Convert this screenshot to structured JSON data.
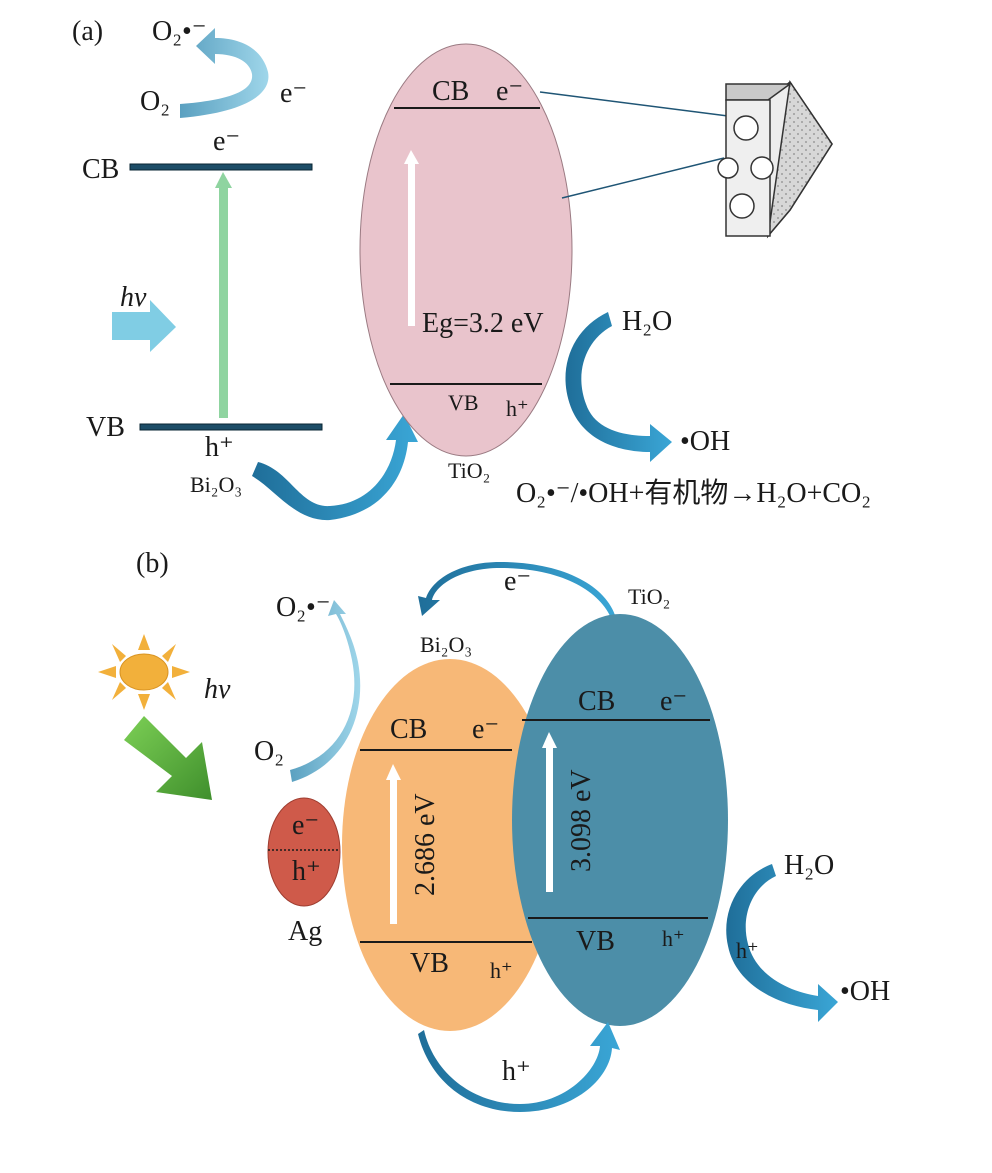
{
  "panel_a": {
    "tag": "(a)",
    "bi2o3": {
      "cb": "CB",
      "vb": "VB",
      "electron_cb": "e⁻",
      "electron_arrow": "e⁻",
      "hole": "h⁺",
      "o2": "O₂",
      "superoxide": "O₂•⁻",
      "light": "hv",
      "name": "Bi₂O₃"
    },
    "tio2": {
      "cb": "CB",
      "cb_e": "e⁻",
      "vb": "VB",
      "vb_h": "h⁺",
      "eg": "Eg=3.2 eV",
      "name": "TiO₂",
      "h2o": "H₂O",
      "oh": "•OH"
    },
    "reaction": "O₂•⁻/•OH+有机物→H₂O+CO₂"
  },
  "panel_b": {
    "tag": "(b)",
    "light": "hv",
    "superoxide": "O₂•⁻",
    "o2": "O₂",
    "top_e": "e⁻",
    "bi2o3_name": "Bi₂O₃",
    "tio2_name": "TiO₂",
    "ag": {
      "e": "e⁻",
      "h": "h⁺",
      "name": "Ag"
    },
    "bi2o3": {
      "cb": "CB",
      "cb_e": "e⁻",
      "vb": "VB",
      "vb_h": "h⁺",
      "gap": "2.686 eV"
    },
    "tio2": {
      "cb": "CB",
      "cb_e": "e⁻",
      "vb": "VB",
      "vb_h": "h⁺",
      "gap": "3.098 eV"
    },
    "h2o": "H₂O",
    "oh": "•OH",
    "right_h": "h⁺",
    "bottom_h": "h⁺"
  },
  "colors": {
    "pink": "#e9c4cc",
    "orange": "#f7b877",
    "teal": "#4c8ea8",
    "ag_red": "#cf5a4a",
    "arrow_blue": "#2b8fc0",
    "light_blue": "#7cc6e0",
    "green": "#56a33f",
    "sun": "#f2b03b"
  }
}
